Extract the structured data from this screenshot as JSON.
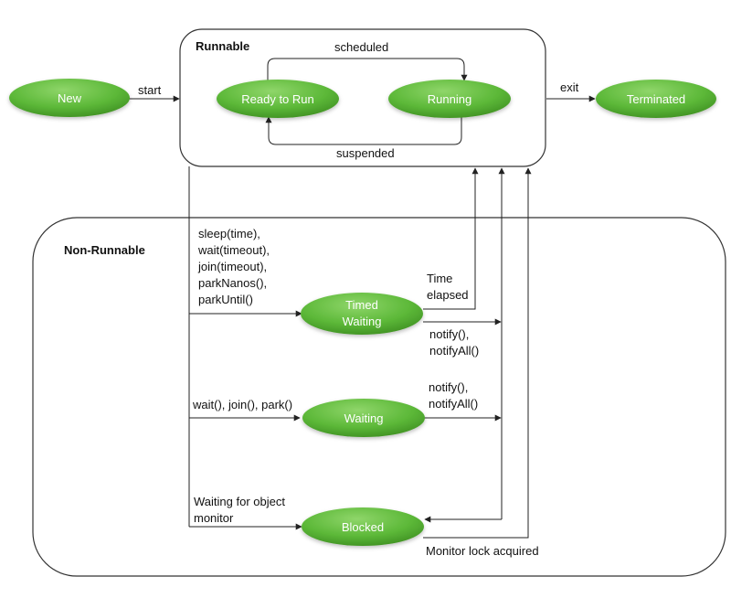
{
  "colors": {
    "node_fill": "#5cb838",
    "node_fill_light": "#8fd66a",
    "node_fill_dark": "#3e8f22",
    "line": "#222222",
    "node_text": "#ffffff"
  },
  "groups": {
    "runnable": "Runnable",
    "non_runnable": "Non-Runnable"
  },
  "states": {
    "new": "New",
    "ready_to_run": "Ready to Run",
    "running": "Running",
    "terminated": "Terminated",
    "timed_waiting": [
      "Timed",
      "Waiting"
    ],
    "waiting": "Waiting",
    "blocked": "Blocked"
  },
  "transitions": {
    "start": "start",
    "exit": "exit",
    "scheduled": "scheduled",
    "suspended": "suspended",
    "timed_calls": [
      "sleep(time),",
      "wait(timeout),",
      "join(timeout),",
      "parkNanos(),",
      "parkUntil()"
    ],
    "wait_calls": "wait(), join(), park()",
    "blocked_reason": [
      "Waiting for object",
      "monitor"
    ],
    "time_elapsed": [
      "Time",
      "elapsed"
    ],
    "notify_from_timed": [
      "notify(),",
      "notifyAll()"
    ],
    "notify_from_waiting": [
      "notify(),",
      "notifyAll()"
    ],
    "monitor_acquired": "Monitor lock acquired"
  }
}
